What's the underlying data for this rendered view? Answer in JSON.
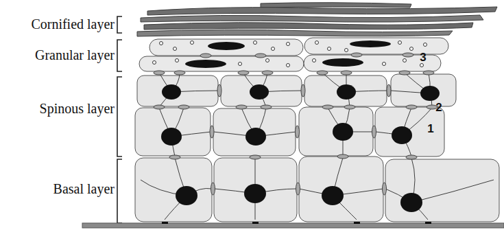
{
  "diagram": {
    "labels": [
      "Cornified layer",
      "Granular layer",
      "3",
      "2",
      "Spinous layer",
      "1",
      "Basal layer"
    ]
  }
}
